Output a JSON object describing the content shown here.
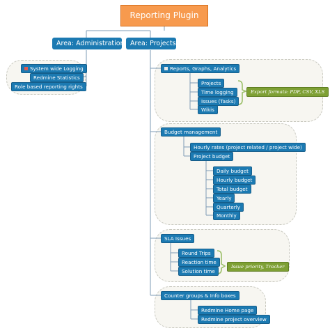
{
  "root": {
    "title": "Reporting Plugin"
  },
  "areas": {
    "administration": "Area: Administration",
    "projects": "Area: Projects"
  },
  "administration_items": [
    "System wide Logging",
    "Redmine Statistics",
    "Role based reporting rights"
  ],
  "projects": {
    "reports": {
      "label": "Reports, Graphs, Analytics",
      "items": [
        "Projects",
        "Time logging",
        "Issues (Tasks)",
        "Wikis"
      ],
      "note": "Export formats: PDF, CSV, XLS"
    },
    "budget": {
      "label": "Budget management",
      "items": [
        "Hourly rates (project related / project wide)",
        "Project budget"
      ],
      "sub_items": [
        "Daily budget",
        "Hourly budget",
        "Total budget",
        "Yearly",
        "Quarterly",
        "Monthly"
      ]
    },
    "sla": {
      "label": "SLA Issues",
      "items": [
        "Round Trips",
        "Reaction time",
        "Solution time"
      ],
      "note": "Issue priority, Tracker"
    },
    "counter": {
      "label": "Counter groups & Info boxes",
      "items": [
        "Redmine Home page",
        "Redmine project overview"
      ]
    }
  },
  "colors": {
    "node": "#1c7ab2",
    "root": "#f79a4e",
    "note": "#7ea034",
    "connector": "#7d9bb5",
    "bracket": "#9cc06a",
    "bullet_admin": "#e05a4f",
    "bullet_reports": "#e8e8e8"
  }
}
